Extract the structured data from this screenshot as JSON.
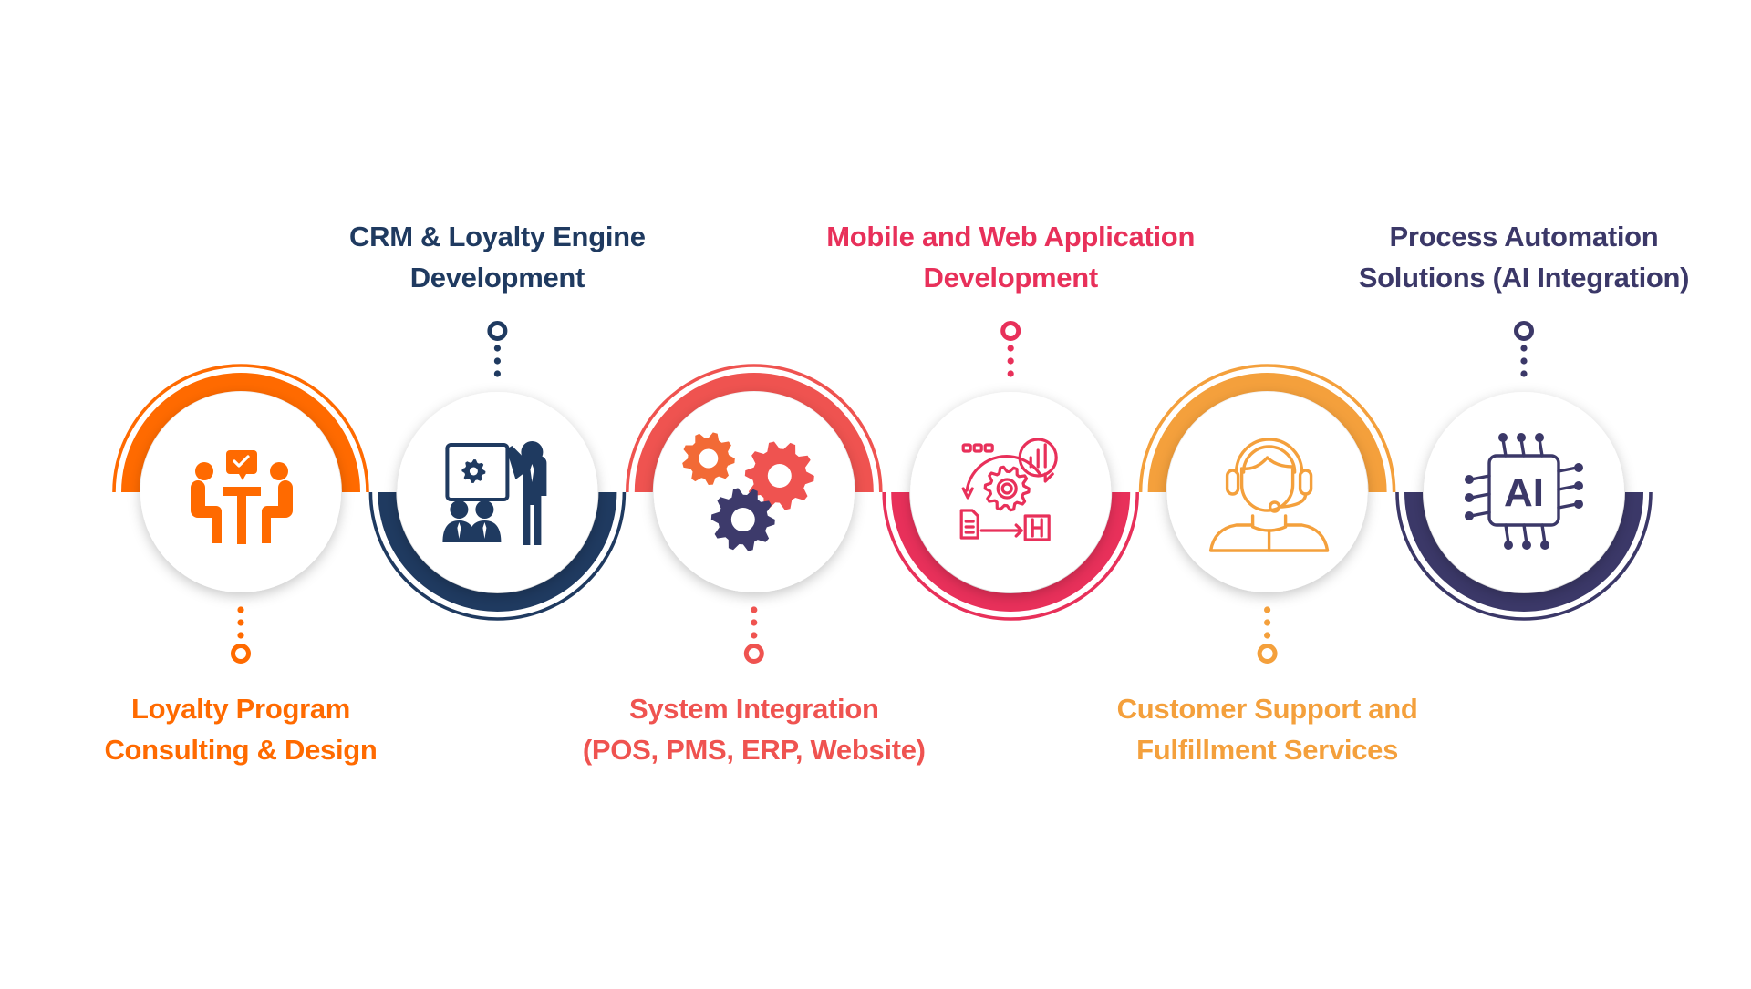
{
  "diagram": {
    "type": "process-timeline",
    "steps": [
      {
        "index": 1,
        "title_lines": [
          "Loyalty Program",
          "Consulting & Design"
        ],
        "label_position": "bottom",
        "arc_position": "top",
        "color": "#FF6A00",
        "icon": "meeting-consulting-icon"
      },
      {
        "index": 2,
        "title_lines": [
          "CRM & Loyalty Engine",
          "Development"
        ],
        "label_position": "top",
        "arc_position": "bottom",
        "color": "#1F3A60",
        "icon": "presentation-icon"
      },
      {
        "index": 3,
        "title_lines": [
          "System Integration",
          "(POS, PMS, ERP, Website)"
        ],
        "label_position": "bottom",
        "arc_position": "top",
        "color": "#EF5350",
        "icon": "gears-icon",
        "icon_colors": [
          "#F26A36",
          "#EF5350",
          "#3D3A6B"
        ]
      },
      {
        "index": 4,
        "title_lines": [
          "Mobile and Web Application",
          "Development"
        ],
        "label_position": "top",
        "arc_position": "bottom",
        "color": "#E8305A",
        "icon": "app-development-icon"
      },
      {
        "index": 5,
        "title_lines": [
          "Customer Support and",
          "Fulfillment Services"
        ],
        "label_position": "bottom",
        "arc_position": "top",
        "color": "#F4A03C",
        "icon": "headset-support-icon"
      },
      {
        "index": 6,
        "title_lines": [
          "Process Automation",
          "Solutions (AI Integration)"
        ],
        "label_position": "top",
        "arc_position": "bottom",
        "color": "#3B3868",
        "icon": "ai-chip-icon",
        "icon_text": "AI"
      }
    ]
  }
}
